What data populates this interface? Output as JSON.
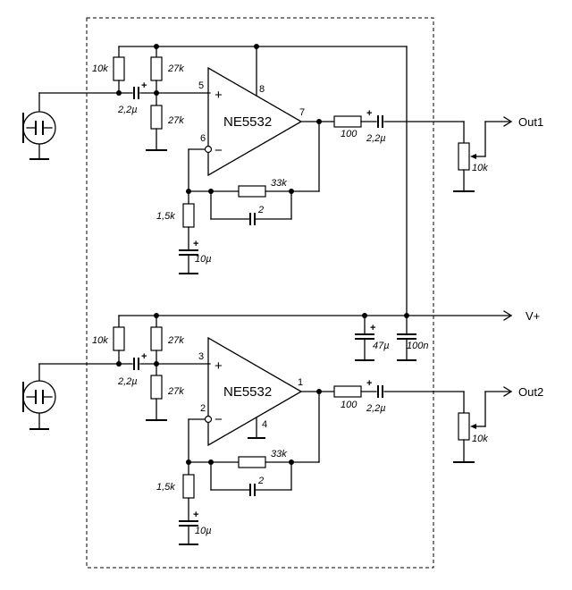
{
  "outputs": {
    "out1": "Out1",
    "out2": "Out2",
    "vplus": "V+"
  },
  "ic": {
    "u1": "NE5532",
    "u2": "NE5532"
  },
  "pins": {
    "u1_in_plus": "5",
    "u1_vcc": "8",
    "u1_out": "7",
    "u1_in_minus": "6",
    "u2_in_plus": "3",
    "u2_out": "1",
    "u2_in_minus": "2",
    "u2_gnd": "4"
  },
  "signs": {
    "plus": "+",
    "minus": "−",
    "cap_plus": "+"
  },
  "ch1": {
    "r_top": "10k",
    "cap_in": "2,2µ",
    "r_bias_top": "27k",
    "r_bias_bot": "27k",
    "r_gnd": "1,5k",
    "c_gnd": "10µ",
    "r_fb": "33k",
    "c_fb": "2",
    "r_out": "100",
    "c_out": "2,2µ",
    "pot": "10k"
  },
  "ch2": {
    "r_top": "10k",
    "cap_in": "2,2µ",
    "r_bias_top": "27k",
    "r_bias_bot": "27k",
    "r_gnd": "1,5k",
    "c_gnd": "10µ",
    "r_fb": "33k",
    "c_fb": "2",
    "r_out": "100",
    "c_out": "2,2µ",
    "pot": "10k"
  },
  "supply": {
    "c_bulk": "47µ",
    "c_dec": "100n"
  }
}
